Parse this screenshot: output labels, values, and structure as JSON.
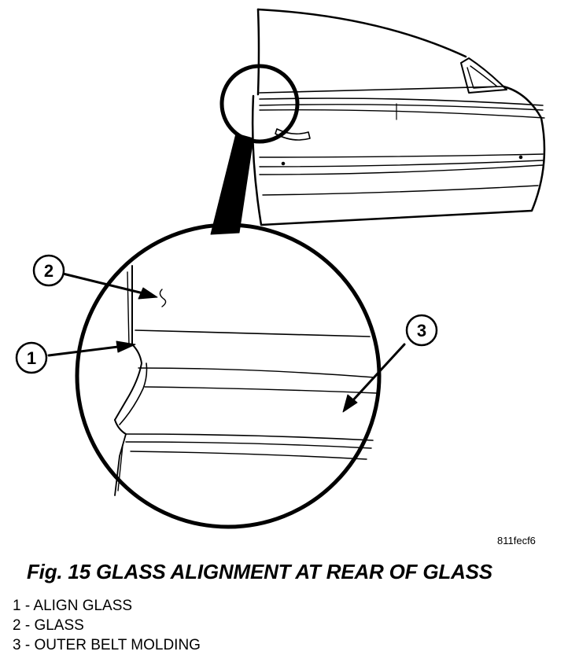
{
  "figure": {
    "code": "811fecf6",
    "caption": "Fig. 15 GLASS ALIGNMENT AT REAR OF GLASS"
  },
  "callouts": [
    {
      "number": "1",
      "label": "ALIGN GLASS"
    },
    {
      "number": "2",
      "label": "GLASS"
    },
    {
      "number": "3",
      "label": "OUTER BELT MOLDING"
    }
  ],
  "legend": [
    "1 - ALIGN GLASS",
    "2 - GLASS",
    "3 - OUTER BELT MOLDING"
  ]
}
